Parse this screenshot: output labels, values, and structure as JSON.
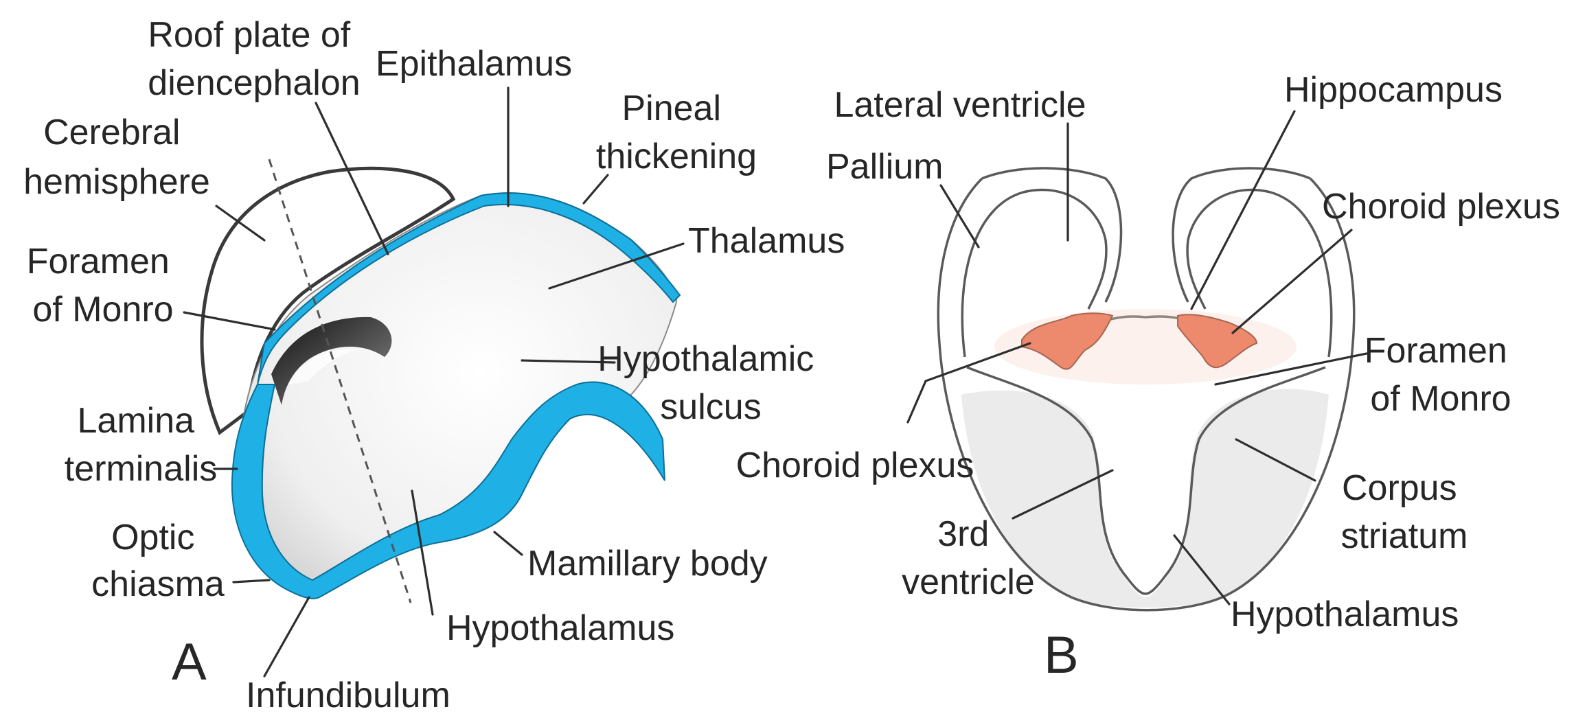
{
  "panels": {
    "a_letter": "A",
    "b_letter": "B"
  },
  "colors": {
    "ependyma_blue": "#1fb0e6",
    "choroid_orange": "#e8603a",
    "outline": "#3a3a3a",
    "label_text": "#262626"
  },
  "panel_a": {
    "roof_plate": [
      "Roof plate of",
      "diencephalon"
    ],
    "epithalamus": "Epithalamus",
    "pineal": [
      "Pineal",
      "thickening"
    ],
    "cerebral_hemisphere": [
      "Cerebral",
      "hemisphere"
    ],
    "thalamus": "Thalamus",
    "foramen_monro": [
      "Foramen",
      "of Monro"
    ],
    "hypothalamic_sulcus": [
      "Hypothalamic",
      "sulcus"
    ],
    "lamina_terminalis": [
      "Lamina",
      "terminalis"
    ],
    "optic_chiasma": [
      "Optic",
      "chiasma"
    ],
    "mamillary_body": "Mamillary body",
    "hypothalamus": "Hypothalamus",
    "infundibulum": "Infundibulum"
  },
  "panel_b": {
    "lateral_ventricle": "Lateral ventricle",
    "hippocampus": "Hippocampus",
    "pallium": "Pallium",
    "choroid_plexus_right": "Choroid plexus",
    "foramen_monro": [
      "Foramen",
      "of Monro"
    ],
    "choroid_plexus_left": "Choroid plexus",
    "corpus_striatum": [
      "Corpus",
      "striatum"
    ],
    "third_ventricle": [
      "3rd",
      "ventricle"
    ],
    "hypothalamus": "Hypothalamus"
  }
}
